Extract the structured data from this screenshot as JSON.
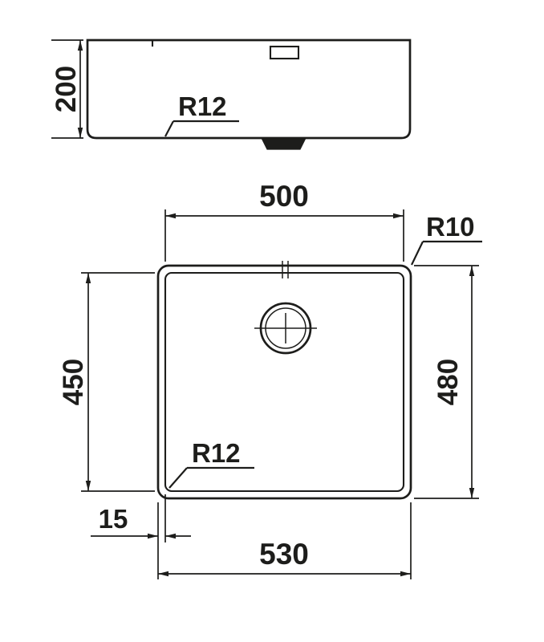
{
  "colors": {
    "ink": "#1d1d1b",
    "background": "#ffffff"
  },
  "side_view": {
    "depth_dim": "200",
    "corner_radius_label": "R12"
  },
  "plan_view": {
    "inner_width_dim": "500",
    "corner_radius_top_right_label": "R10",
    "inner_depth_dim": "450",
    "outer_depth_dim": "480",
    "corner_radius_bottom_left_label": "R12",
    "rim_offset_dim": "15",
    "outer_width_dim": "530"
  }
}
